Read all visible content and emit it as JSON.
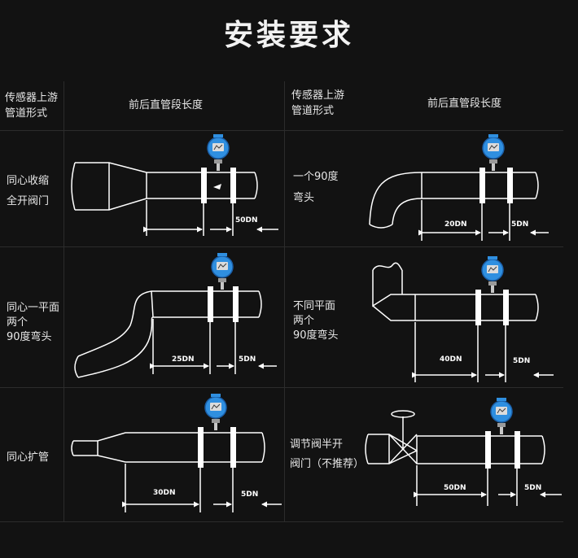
{
  "title": "安装要求",
  "headers": {
    "left_type": [
      "传感器上游",
      "管道形式"
    ],
    "left_len": "前后直管段长度",
    "right_type": [
      "传感器上游",
      "管道形式"
    ],
    "right_len": "前后直管段长度"
  },
  "rows": [
    {
      "left_label": [
        "同心收缩",
        "全开阀门"
      ],
      "left_up": "",
      "left_down": "50DN",
      "right_label": [
        "一个90度",
        "弯头"
      ],
      "right_up": "20DN",
      "right_down": "5DN"
    },
    {
      "left_label": [
        "同心一平面",
        "两个",
        "90度弯头"
      ],
      "left_up": "25DN",
      "left_down": "5DN",
      "right_label": [
        "不同平面",
        "两个",
        "90度弯头"
      ],
      "right_up": "40DN",
      "right_down": "5DN"
    },
    {
      "left_label": [
        "同心扩管"
      ],
      "left_up": "30DN",
      "left_down": "5DN",
      "right_label": [
        "调节阀半开",
        "阀门（不推荐）"
      ],
      "right_up": "50DN",
      "right_down": "5DN"
    }
  ],
  "colors": {
    "background": "#121212",
    "pipe": "#ffffff",
    "sensor": "#2f8fe0",
    "grid": "#2c2c2c"
  }
}
